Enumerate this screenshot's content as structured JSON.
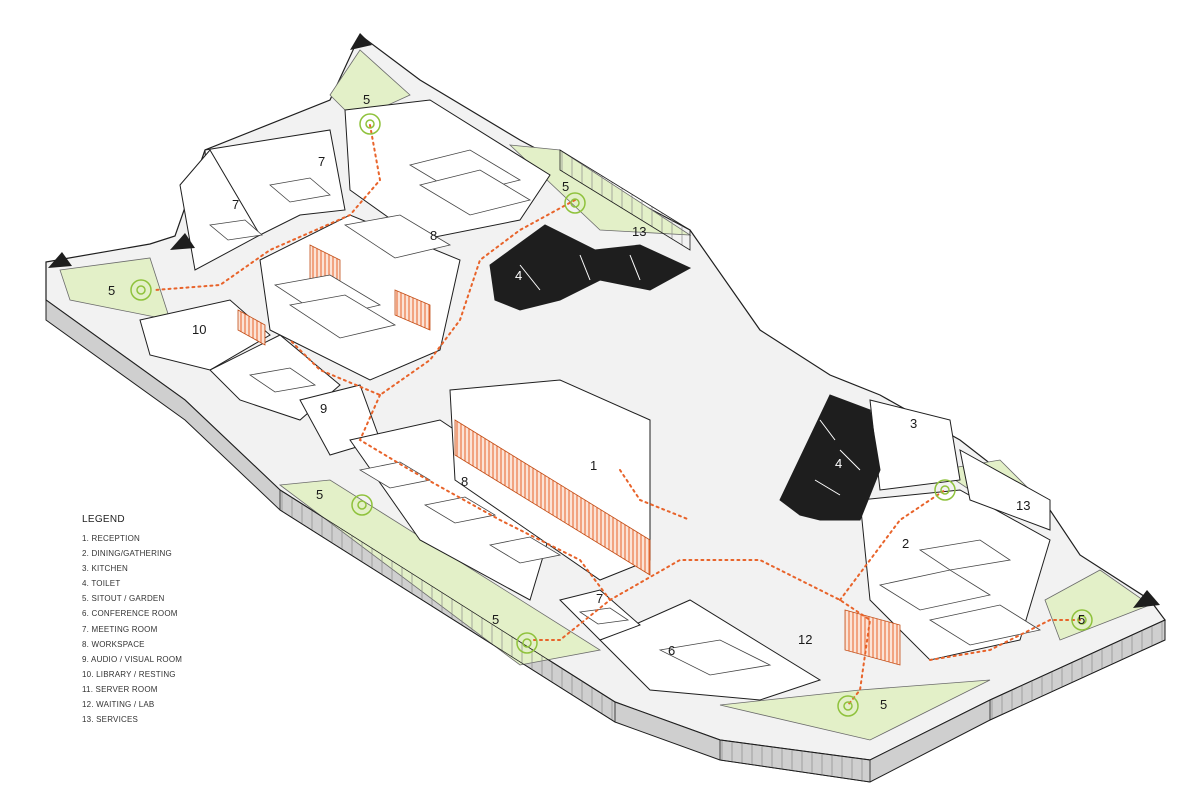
{
  "legend": {
    "title": "LEGEND",
    "items": [
      "1. RECEPTION",
      "2. DINING/GATHERING",
      "3. KITCHEN",
      "4. TOILET",
      "5. SITOUT / GARDEN",
      "6. CONFERENCE ROOM",
      "7. MEETING ROOM",
      "8. WORKSPACE",
      "9. AUDIO / VISUAL ROOM",
      "10. LIBRARY / RESTING",
      "11. SERVER ROOM",
      "12. WAITING / LAB",
      "13. SERVICES"
    ]
  },
  "labels": {
    "reception": "1",
    "dining": "2",
    "kitchen": "3",
    "toilet": "4",
    "garden": "5",
    "conference": "6",
    "meeting": "7",
    "workspace": "8",
    "av_room": "9",
    "library": "10",
    "waiting_lab": "12",
    "services": "13"
  },
  "colors": {
    "wall": "#ffffff",
    "wall_shade": "#d9d9d9",
    "outline": "#1f1f1f",
    "garden": "#e3f0c8",
    "toilet": "#1e1e1e",
    "path": "#e8632a",
    "partition": "#f4b89a"
  }
}
